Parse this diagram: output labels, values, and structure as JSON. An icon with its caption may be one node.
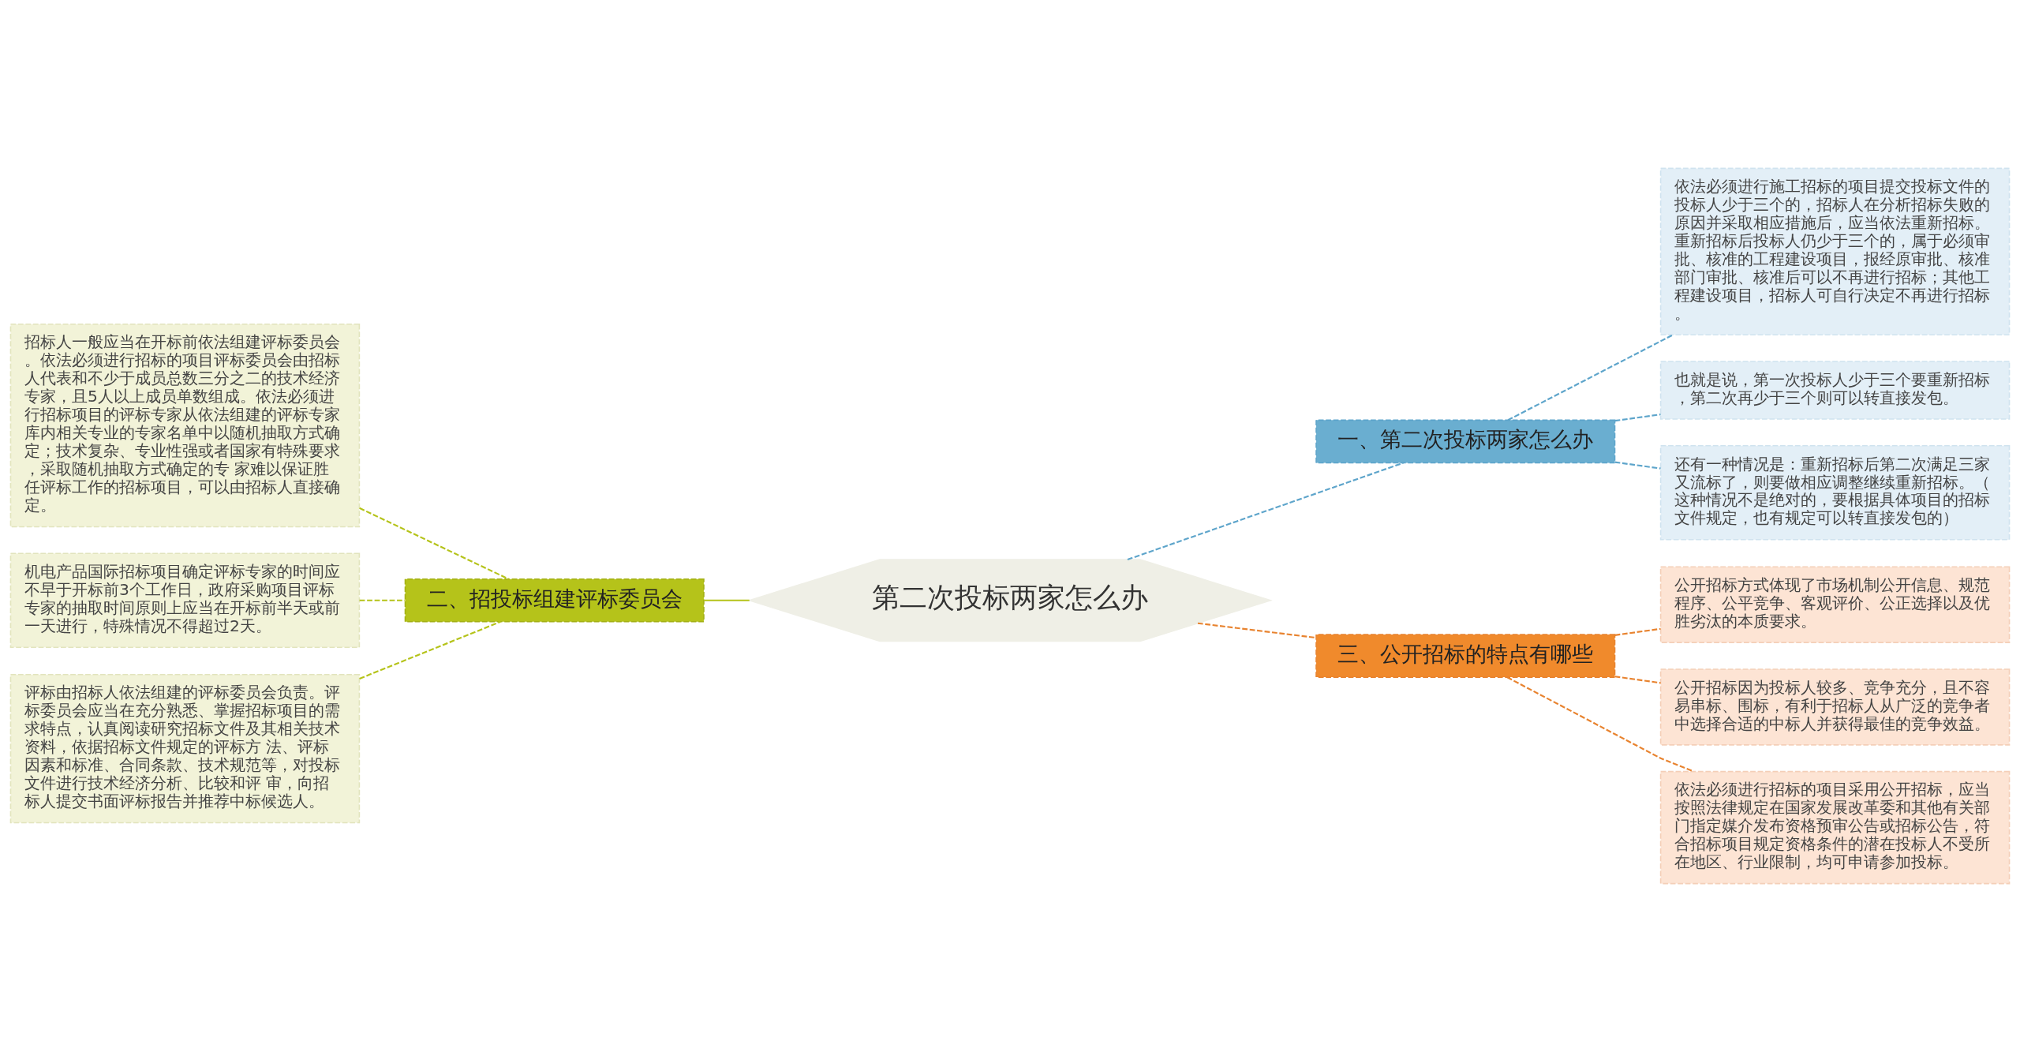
{
  "diagram": {
    "nodes": [
      {
        "text": [
          "第二次投标两家怎么办"
        ]
      },
      {
        "text": [
          "一、第二次投标两家怎么办"
        ]
      },
      {
        "text": [
          "依法必须进行施工招标的项目提交投标文件的投标人少于三个的，招标人在分析招标失败的原因并采取相应措施后，应当依法重新招标。重新招标后投标人仍少于三个的，属于必须审批、核准的工程建设项目，报经原审批、核准部门审批、核准后可以不再进行招标；其他工程建设项目，招标人可自行决定不再进行招标。"
        ]
      },
      {
        "text": [
          "也就是说，第一次投标人少于三个要重新招标，第二次再少于三个则可以转直接发包。"
        ]
      },
      {
        "text": [
          "还有一种情况是：重新招标后第二次满足三家又流标了，则要做相应调整继续重新招标。（这种情况不是绝对的，要根据具体项目的招标文件规定，也有规定可以转直接发包的）"
        ]
      },
      {
        "text": [
          "二、招投标组建评标委员会"
        ]
      },
      {
        "text": [
          "招标人一般应当在开标前依法组建评标委员会。依法必须进行招标的项目评标委员会由招标人代表和不少于成员总数三分之二的技术经济专家，且5人以上成员单数组成。依法必须进行招标项目的评标专家从依法组建的评标专家库内相关专业的专家名单中以随机抽取方式确定；技术复杂、专业性强或者国家有特殊要求，采取随机抽取方式确定的专 家难以保证胜任评标工作的招标项目，可以由招标人直接确定。"
        ]
      },
      {
        "text": [
          "机电产品国际招标项目确定评标专家的时间应不早于开标前3个工作日，政府采购项目评标专家的抽取时间原则上应当在开标前半天或前一天进行，特殊情况不得超过2天。"
        ]
      },
      {
        "text": [
          "评标由招标人依法组建的评标委员会负责。评标委员会应当在充分熟悉、掌握招标项目的需求特点，认真阅读研究招标文件及其相关技术资料，依据招标文件规定的评标方 法、评标因素和标准、合同条款、技术规范等，对投标文件进行技术经济分析、比较和评 审，向招标人提交书面评标报告并推荐中标候选人。"
        ]
      },
      {
        "text": [
          "三、公开招标的特点有哪些"
        ]
      },
      {
        "text": [
          "公开招标方式体现了市场机制公开信息、规范程序、公平竞争、客观评价、公正选择以及优胜劣汰的本质要求。"
        ]
      },
      {
        "text": [
          "公开招标因为投标人较多、竞争充分，且不容易串标、围标，有利于招标人从广泛的竞争者中选择合适的中标人并获得最佳的竞争效益。"
        ]
      },
      {
        "text": [
          "依法必须进行招标的项目采用公开招标，应当按照法律规定在国家发展改革委和其他有关部门指定媒介发布资格预审公告或招标公告，符合招标项目规定资格条件的潜在投标人不受所在地区、行业限制，均可申请参加投标。"
        ]
      }
    ],
    "edges": [
      {
        "from": 0,
        "to": 1,
        "arrow": "none",
        "style": "dashed",
        "color": "#5ea5cb"
      },
      {
        "from": 1,
        "to": 2,
        "arrow": "none",
        "style": "dashed",
        "color": "#5ea5cb"
      },
      {
        "from": 1,
        "to": 3,
        "arrow": "none",
        "style": "dashed",
        "color": "#5ea5cb"
      },
      {
        "from": 1,
        "to": 4,
        "arrow": "none",
        "style": "dashed",
        "color": "#5ea5cb"
      },
      {
        "from": 0,
        "to": 5,
        "arrow": "none",
        "color": "#b5c31a"
      },
      {
        "from": 5,
        "to": 6,
        "arrow": "none",
        "style": "dashed",
        "color": "#b5c31a"
      },
      {
        "from": 5,
        "to": 7,
        "arrow": "none",
        "style": "dashed",
        "color": "#b5c31a"
      },
      {
        "from": 5,
        "to": 8,
        "arrow": "none",
        "style": "dashed",
        "color": "#b5c31a"
      },
      {
        "from": 0,
        "to": 9,
        "arrow": "none",
        "style": "dashed",
        "color": "#e8832f"
      },
      {
        "from": 9,
        "to": 10,
        "arrow": "none",
        "style": "dashed",
        "color": "#e8832f"
      },
      {
        "from": 9,
        "to": 11,
        "arrow": "none",
        "style": "dashed",
        "color": "#e8832f"
      },
      {
        "from": 9,
        "to": 12,
        "arrow": "none",
        "style": "dashed",
        "color": "#e8832f"
      }
    ]
  }
}
